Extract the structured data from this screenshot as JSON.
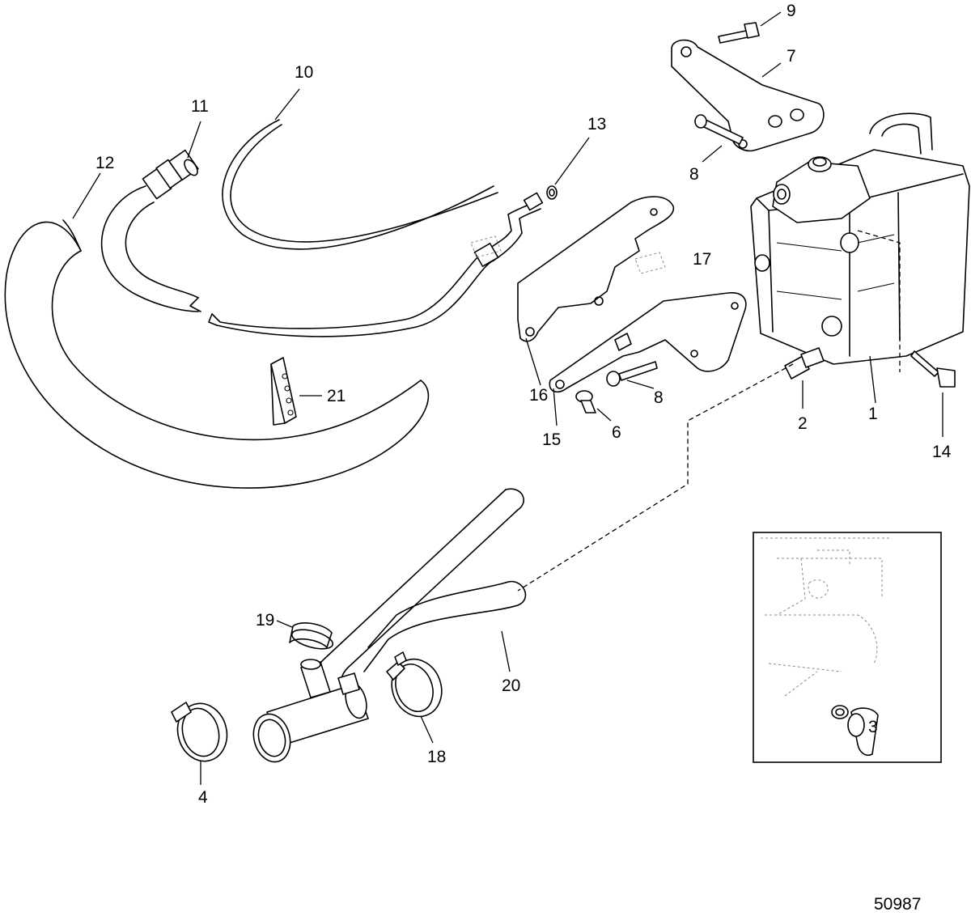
{
  "callouts": {
    "c1": "1",
    "c2": "2",
    "c3": "3",
    "c4": "4",
    "c6": "6",
    "c7": "7",
    "c8a": "8",
    "c8b": "8",
    "c9": "9",
    "c10": "10",
    "c11": "11",
    "c12": "12",
    "c13": "13",
    "c14": "14",
    "c15": "15",
    "c16": "16",
    "c17": "17",
    "c18": "18",
    "c19": "19",
    "c20": "20",
    "c21": "21"
  },
  "reference_number": "50987"
}
